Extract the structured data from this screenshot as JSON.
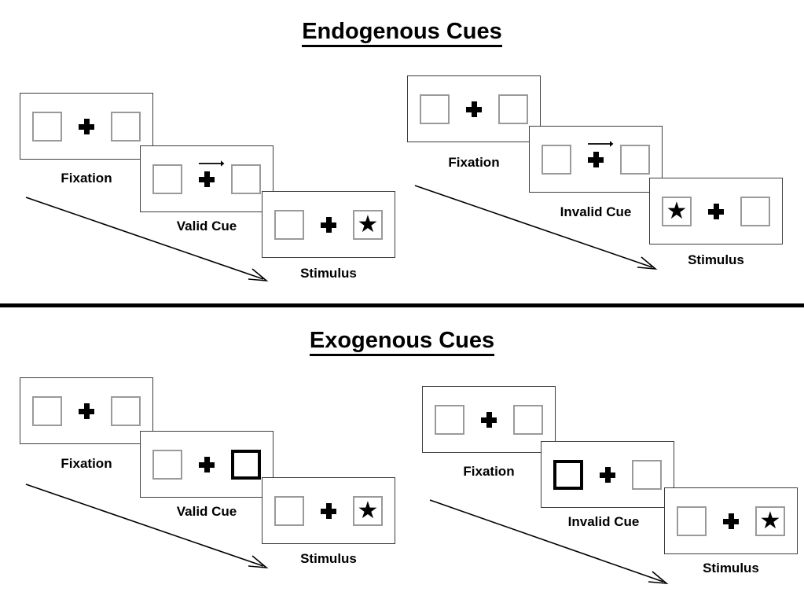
{
  "figure": {
    "title_top": "Endogenous Cues",
    "title_bottom": "Exogenous Cues"
  },
  "sections": [
    {
      "name": "endogenous",
      "title": "Endogenous Cues",
      "columns": [
        {
          "name": "valid-trial",
          "frames": [
            {
              "label": "Fixation",
              "left_box": "empty",
              "right_box": "empty",
              "cue": "none",
              "center": "plus"
            },
            {
              "label": "Valid Cue",
              "left_box": "empty",
              "right_box": "empty",
              "cue": "arrow-right",
              "center": "plus"
            },
            {
              "label": "Stimulus",
              "left_box": "empty",
              "right_box": "star",
              "cue": "none",
              "center": "plus"
            }
          ]
        },
        {
          "name": "invalid-trial",
          "frames": [
            {
              "label": "Fixation",
              "left_box": "empty",
              "right_box": "empty",
              "cue": "none",
              "center": "plus"
            },
            {
              "label": "Invalid Cue",
              "left_box": "empty",
              "right_box": "empty",
              "cue": "arrow-right",
              "center": "plus"
            },
            {
              "label": "Stimulus",
              "left_box": "star",
              "right_box": "empty",
              "cue": "none",
              "center": "plus"
            }
          ]
        }
      ]
    },
    {
      "name": "exogenous",
      "title": "Exogenous Cues",
      "columns": [
        {
          "name": "valid-trial",
          "frames": [
            {
              "label": "Fixation",
              "left_box": "empty",
              "right_box": "empty",
              "cue": "none",
              "center": "plus"
            },
            {
              "label": "Valid Cue",
              "left_box": "empty",
              "right_box": "highlight",
              "cue": "none",
              "center": "plus"
            },
            {
              "label": "Stimulus",
              "left_box": "empty",
              "right_box": "star",
              "cue": "none",
              "center": "plus"
            }
          ]
        },
        {
          "name": "invalid-trial",
          "frames": [
            {
              "label": "Fixation",
              "left_box": "empty",
              "right_box": "empty",
              "cue": "none",
              "center": "plus"
            },
            {
              "label": "Invalid Cue",
              "left_box": "highlight",
              "right_box": "empty",
              "cue": "none",
              "center": "plus"
            },
            {
              "label": "Stimulus",
              "left_box": "empty",
              "right_box": "star",
              "cue": "none",
              "center": "plus"
            }
          ]
        }
      ]
    }
  ],
  "glyphs": {
    "star": "★",
    "fixation_cross": "plus-sign",
    "cue_arrow": "arrow-right"
  },
  "colors": {
    "ink": "#000000",
    "frame_border": "#3d3d3d",
    "box_border": "#9a9a9a",
    "highlight_border": "#000000",
    "background": "#ffffff"
  },
  "time_arrows": [
    {
      "name": "endogenous-valid-time-arrow",
      "direction": "down-right"
    },
    {
      "name": "endogenous-invalid-time-arrow",
      "direction": "down-right"
    },
    {
      "name": "exogenous-valid-time-arrow",
      "direction": "down-right"
    },
    {
      "name": "exogenous-invalid-time-arrow",
      "direction": "down-right"
    }
  ]
}
